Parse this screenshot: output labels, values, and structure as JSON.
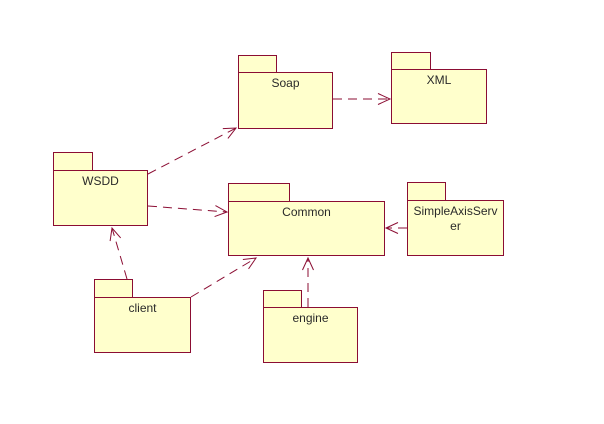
{
  "diagram": {
    "kind": "uml-package-diagram",
    "background": "#ffffff"
  },
  "colors": {
    "package_fill": "#ffffcc",
    "package_border": "#8b0d33",
    "dependency_line": "#8b0d33",
    "label_text": "#2a2a2a"
  },
  "packages": [
    {
      "id": "soap",
      "label": "Soap"
    },
    {
      "id": "xml",
      "label": "XML"
    },
    {
      "id": "wsdd",
      "label": "WSDD"
    },
    {
      "id": "common",
      "label": "Common"
    },
    {
      "id": "simpleaxisserver",
      "label": "SimpleAxisServer"
    },
    {
      "id": "client",
      "label": "client"
    },
    {
      "id": "engine",
      "label": "engine"
    }
  ],
  "dependencies": [
    {
      "from": "WSDD",
      "to": "Soap"
    },
    {
      "from": "Soap",
      "to": "XML"
    },
    {
      "from": "WSDD",
      "to": "Common"
    },
    {
      "from": "SimpleAxisServer",
      "to": "Common"
    },
    {
      "from": "client",
      "to": "WSDD"
    },
    {
      "from": "client",
      "to": "Common"
    },
    {
      "from": "engine",
      "to": "Common"
    }
  ]
}
